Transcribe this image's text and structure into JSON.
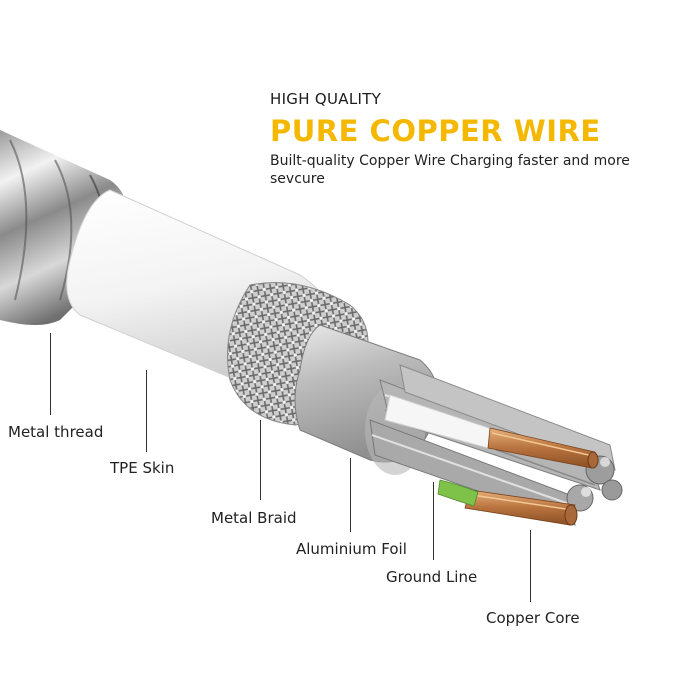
{
  "header": {
    "kicker": "HIGH QUALITY",
    "title": "PURE COPPER WIRE",
    "description": "Built-quality Copper Wire Charging faster and more sevcure"
  },
  "colors": {
    "accent": "#f5b800",
    "text": "#222222",
    "copper": "#c98a55",
    "ground": "#7ec24a"
  },
  "labels": {
    "metal_thread": "Metal thread",
    "tpe_skin": "TPE Skin",
    "metal_braid": "Metal Braid",
    "aluminium_foil": "Aluminium Foil",
    "ground_line": "Ground Line",
    "copper_core": "Copper Core"
  }
}
